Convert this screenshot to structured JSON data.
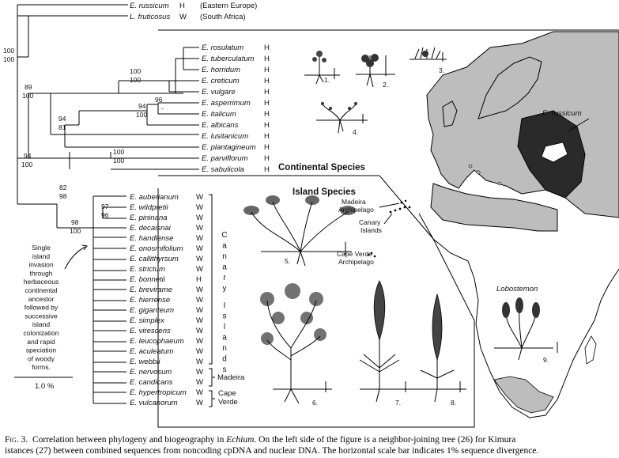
{
  "outgroups": [
    {
      "name": "E. russicum",
      "habit": "H",
      "region": "(Eastern Europe)"
    },
    {
      "name": "L. fruticosus",
      "habit": "W",
      "region": "(South Africa)"
    }
  ],
  "continental_species": [
    {
      "name": "E. rosulatum",
      "habit": "H"
    },
    {
      "name": "E. tuberculatum",
      "habit": "H"
    },
    {
      "name": "E. horridum",
      "habit": "H"
    },
    {
      "name": "E. creticum",
      "habit": "H"
    },
    {
      "name": "E. vulgare",
      "habit": "H"
    },
    {
      "name": "E. asperrimum",
      "habit": "H"
    },
    {
      "name": "E. italicum",
      "habit": "H"
    },
    {
      "name": "E. albicans",
      "habit": "H"
    },
    {
      "name": "E. lusitanicum",
      "habit": "H"
    },
    {
      "name": "E. plantagineum",
      "habit": "H"
    },
    {
      "name": "E. parviflorum",
      "habit": "H"
    },
    {
      "name": "E. sabulicola",
      "habit": "H"
    }
  ],
  "island_species": [
    {
      "name": "E. auberianum",
      "habit": "W"
    },
    {
      "name": "E. wildpretii",
      "habit": "W"
    },
    {
      "name": "E. pininana",
      "habit": "W"
    },
    {
      "name": "E. decaisnai",
      "habit": "W"
    },
    {
      "name": "E. handiense",
      "habit": "W"
    },
    {
      "name": "E. onosmifolium",
      "habit": "W"
    },
    {
      "name": "E. callithyrsum",
      "habit": "W"
    },
    {
      "name": "E. strictum",
      "habit": "W"
    },
    {
      "name": "E. bonnetii",
      "habit": "H"
    },
    {
      "name": "E. brevirame",
      "habit": "W"
    },
    {
      "name": "E. hierrense",
      "habit": "W"
    },
    {
      "name": "E. giganteum",
      "habit": "W"
    },
    {
      "name": "E. simplex",
      "habit": "W"
    },
    {
      "name": "E. virescens",
      "habit": "W"
    },
    {
      "name": "E. leucophaeum",
      "habit": "W"
    },
    {
      "name": "E. aculeatum",
      "habit": "W"
    },
    {
      "name": "E. webbii",
      "habit": "W"
    },
    {
      "name": "E. nervosum",
      "habit": "W"
    },
    {
      "name": "E. candicans",
      "habit": "W"
    },
    {
      "name": "E. hypertropicum",
      "habit": "W"
    },
    {
      "name": "E. vulcanorum",
      "habit": "W"
    }
  ],
  "bootstrap": {
    "root": [
      "100",
      "100"
    ],
    "continental_main": [
      "89",
      "100"
    ],
    "creticum_vulgare": [
      "100",
      "100"
    ],
    "asperrimum_italicum": [
      "96",
      "-"
    ],
    "italicum_albicans": [
      "94",
      "100"
    ],
    "mid_group": [
      "94",
      "81"
    ],
    "parviflorum_sabulicola": [
      "100",
      "100"
    ],
    "big_clade": [
      "94",
      "100"
    ],
    "island_sister": [
      "82",
      "98"
    ],
    "island_clade": [
      "98",
      "100"
    ],
    "wildpretii_pininana": [
      "97",
      "96"
    ]
  },
  "group_labels": {
    "canary": "Canary Islands",
    "madeira": "Madeira",
    "cape_verde_1": "Cape",
    "cape_verde_2": "Verde"
  },
  "map_labels": {
    "continental": "Continental Species",
    "island": "Island Species",
    "madeira_1": "Madeira",
    "madeira_2": "Archipelago",
    "canary_1": "Canary",
    "canary_2": "Islands",
    "cape_verde_1": "Cape Verde",
    "cape_verde_2": "Archipelago",
    "russicum": "E. russicum",
    "lobostemon": "Lobostemon"
  },
  "plant_numbers": [
    "1.",
    "2.",
    "3.",
    "4.",
    "5.",
    "6.",
    "7.",
    "8.",
    "9."
  ],
  "annotation_lines": [
    "Single",
    "island",
    "invasion",
    "through",
    "herbaceous",
    "continental",
    "ancestor",
    "followed by",
    "successive",
    "island",
    "colonization",
    "and rapid",
    "speciation",
    "of woody",
    "forms."
  ],
  "scale_bar_label": "1.0 %",
  "caption": {
    "fig_label": "Fig. 3.",
    "line1_pre": "Correlation between phylogeny and biogeography in ",
    "genus": "Echium",
    "line1_post": ". On the left side of the figure is a neighbor-joining tree (26) for Kimura",
    "line2": "istances (27) between combined sequences from noncoding cpDNA and nuclear DNA. The horizontal scale bar indicates 1% sequence divergence."
  }
}
